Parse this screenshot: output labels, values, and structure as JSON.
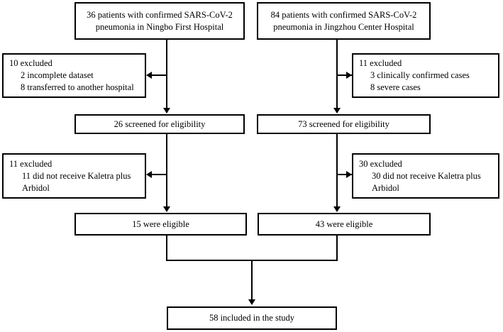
{
  "figure": {
    "type": "flowchart",
    "title": "Patient enrollment flow diagram",
    "colors": {
      "stroke": "#000000",
      "background": "#ffffff",
      "text": "#000000"
    }
  },
  "nodes": {
    "source_left": {
      "line1": "36 patients with confirmed SARS-CoV-2",
      "line2": "pneumonia in Ningbo First Hospital"
    },
    "source_right": {
      "line1": "84 patients with confirmed SARS-CoV-2",
      "line2": "pneumonia in Jingzhou Center Hospital"
    },
    "excluded_left_1": {
      "line1": "10 excluded",
      "line2": "2 incomplete dataset",
      "line3": "8 transferred to another hospital"
    },
    "excluded_right_1": {
      "line1": "11 excluded",
      "line2": "3 clinically confirmed cases",
      "line3": "8 severe cases"
    },
    "screened_left": {
      "line1": "26 screened for eligibility"
    },
    "screened_right": {
      "line1": "73 screened for eligibility"
    },
    "excluded_left_2": {
      "line1": "11 excluded",
      "line2": "11 did not receive Kaletra plus",
      "line3": "Arbidol"
    },
    "excluded_right_2": {
      "line1": "30 excluded",
      "line2": "30 did not receive Kaletra plus",
      "line3": "Arbidol"
    },
    "eligible_left": {
      "line1": "15  were  eligible"
    },
    "eligible_right": {
      "line1": "43  were eligible"
    },
    "included_final": {
      "line1": "58 included in the study"
    }
  }
}
